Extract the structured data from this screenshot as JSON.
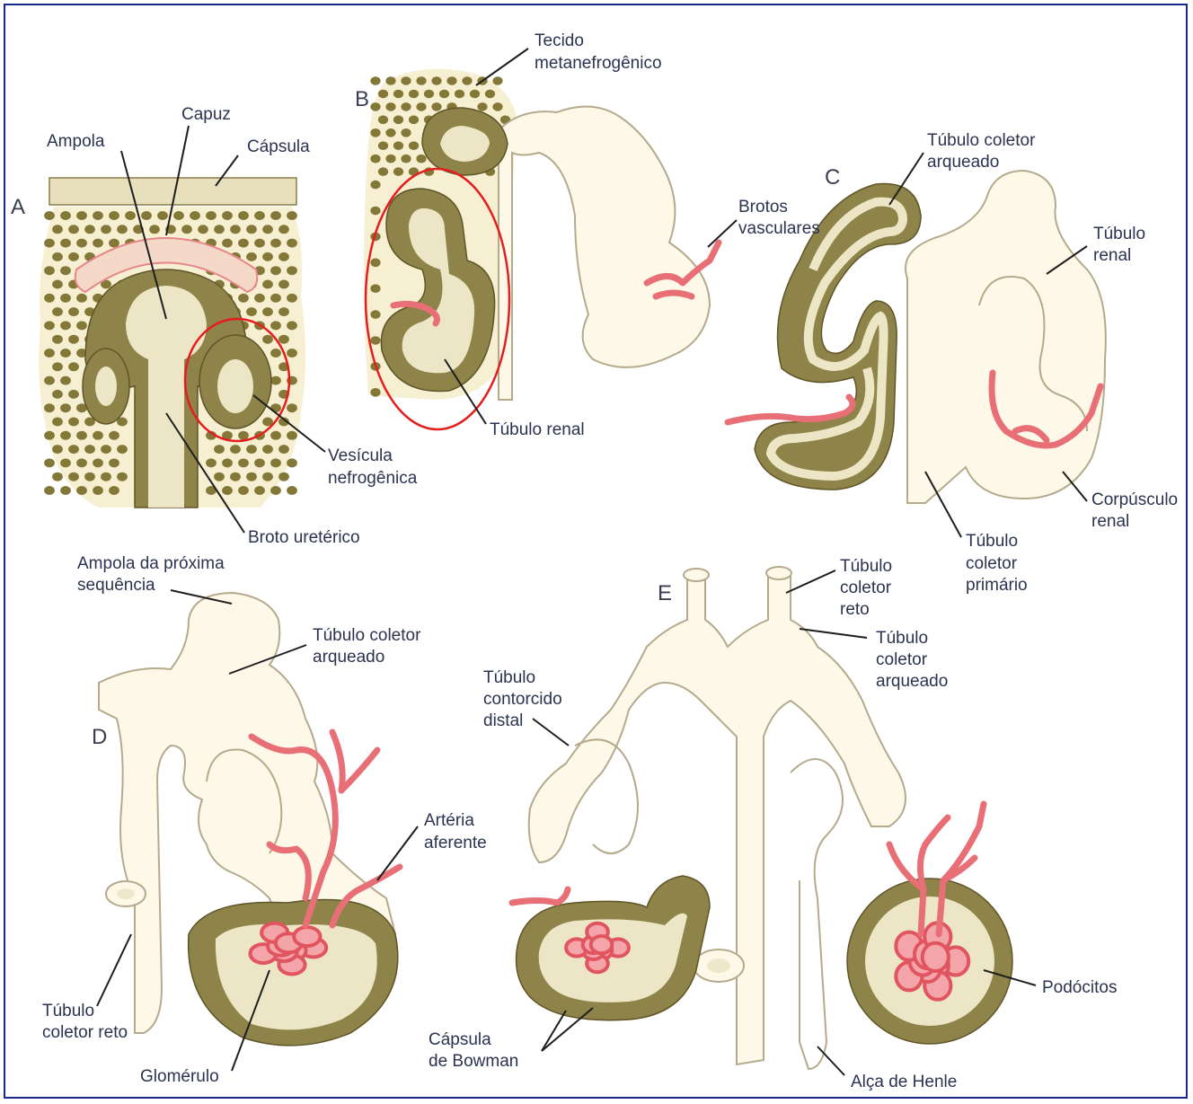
{
  "panels": {
    "a": "A",
    "b": "B",
    "c": "C",
    "d": "D",
    "e": "E"
  },
  "labels": {
    "a_capuz": "Capuz",
    "a_ampola": "Ampola",
    "a_capsula": "Cápsula",
    "a_vesicula_1": "Vesícula",
    "a_vesicula_2": "nefrogênica",
    "a_broto": "Broto uretérico",
    "b_tecido_1": "Tecido",
    "b_tecido_2": "metanefrogênico",
    "b_brotos_1": "Brotos",
    "b_brotos_2": "vasculares",
    "b_tubulo_renal": "Túbulo renal",
    "c_coletor_arq_1": "Túbulo coletor",
    "c_coletor_arq_2": "arqueado",
    "c_tubulo_renal_1": "Túbulo",
    "c_tubulo_renal_2": "renal",
    "c_corpusculo_1": "Corpúsculo",
    "c_corpusculo_2": "renal",
    "c_coletor_prim_1": "Túbulo",
    "c_coletor_prim_2": "coletor",
    "c_coletor_prim_3": "primário",
    "d_ampola_1": "Ampola da próxima",
    "d_ampola_2": "sequência",
    "d_coletor_arq_1": "Túbulo coletor",
    "d_coletor_arq_2": "arqueado",
    "d_arteria_1": "Artéria",
    "d_arteria_2": "aferente",
    "d_coletor_reto_1": "Túbulo",
    "d_coletor_reto_2": "coletor reto",
    "d_glomerulo": "Glomérulo",
    "e_coletor_reto_1": "Túbulo",
    "e_coletor_reto_2": "coletor",
    "e_coletor_reto_3": "reto",
    "e_coletor_arq_1": "Túbulo",
    "e_coletor_arq_2": "coletor",
    "e_coletor_arq_3": "arqueado",
    "e_contorcido_1": "Túbulo",
    "e_contorcido_2": "contorcido",
    "e_contorcido_3": "distal",
    "e_podocitos": "Podócitos",
    "e_bowman_1": "Cápsula",
    "e_bowman_2": "de Bowman",
    "e_henle": "Alça de Henle"
  },
  "colors": {
    "frame": "#1a2a8c",
    "tubule_fill": "#fdf8e8",
    "epithelium": "#8e8348",
    "vessel": "#e96f77",
    "highlight_ring": "#e41e1e"
  }
}
